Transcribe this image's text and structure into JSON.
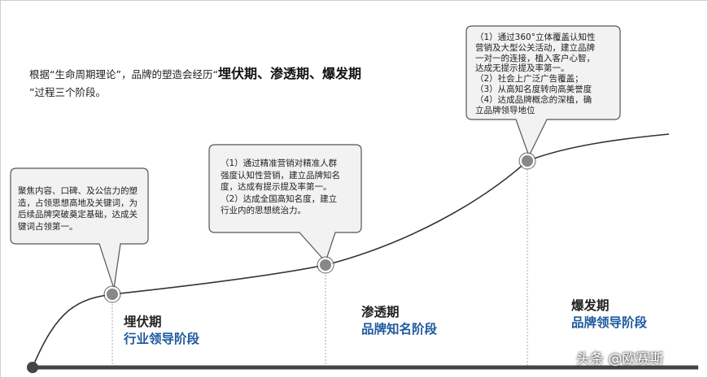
{
  "intro": {
    "text1": "根据“生命周期理论”，品牌的塑造会经历“",
    "highlight": "埋伏期、渗透期、爆发期",
    "text2": "”过程三个阶段。"
  },
  "bubbles": [
    {
      "lines": [
        "聚焦内容、口碑、及公信力的塑",
        "造，占领思想高地及关键词，为",
        "后续品牌突破奠定基础，达成关",
        "键词占领第一。"
      ]
    },
    {
      "lines": [
        "（1）通过精准营销对精准人群",
        "强度认知性营销，建立品牌知名",
        "度，达成有提示提及率第一。",
        "（2）达成全国高知名度，建立",
        "行业内的思想统治力。"
      ]
    },
    {
      "lines": [
        "（1）通过360°立体覆盖认知性",
        "营销及大型公关活动，建立品牌",
        "一对一的连接，植入客户心智，",
        "达成无提示提及率第一。",
        "（2）社会上广泛广告覆盖；",
        "（3）从高知名度转向高美誉度",
        "（4）达成品牌概念的深植，确",
        "立品牌领导地位"
      ]
    }
  ],
  "stages": [
    {
      "name": "埋伏期",
      "subtitle": "行业领导阶段"
    },
    {
      "name": "渗透期",
      "subtitle": "品牌知名阶段"
    },
    {
      "name": "爆发期",
      "subtitle": "品牌领导阶段"
    }
  ],
  "watermark": "头条 @欧赛斯",
  "colors": {
    "accent": "#1f5a9e",
    "bubble_fill": "#f2f2f2",
    "bubble_border": "#555555",
    "node": "#888888"
  }
}
